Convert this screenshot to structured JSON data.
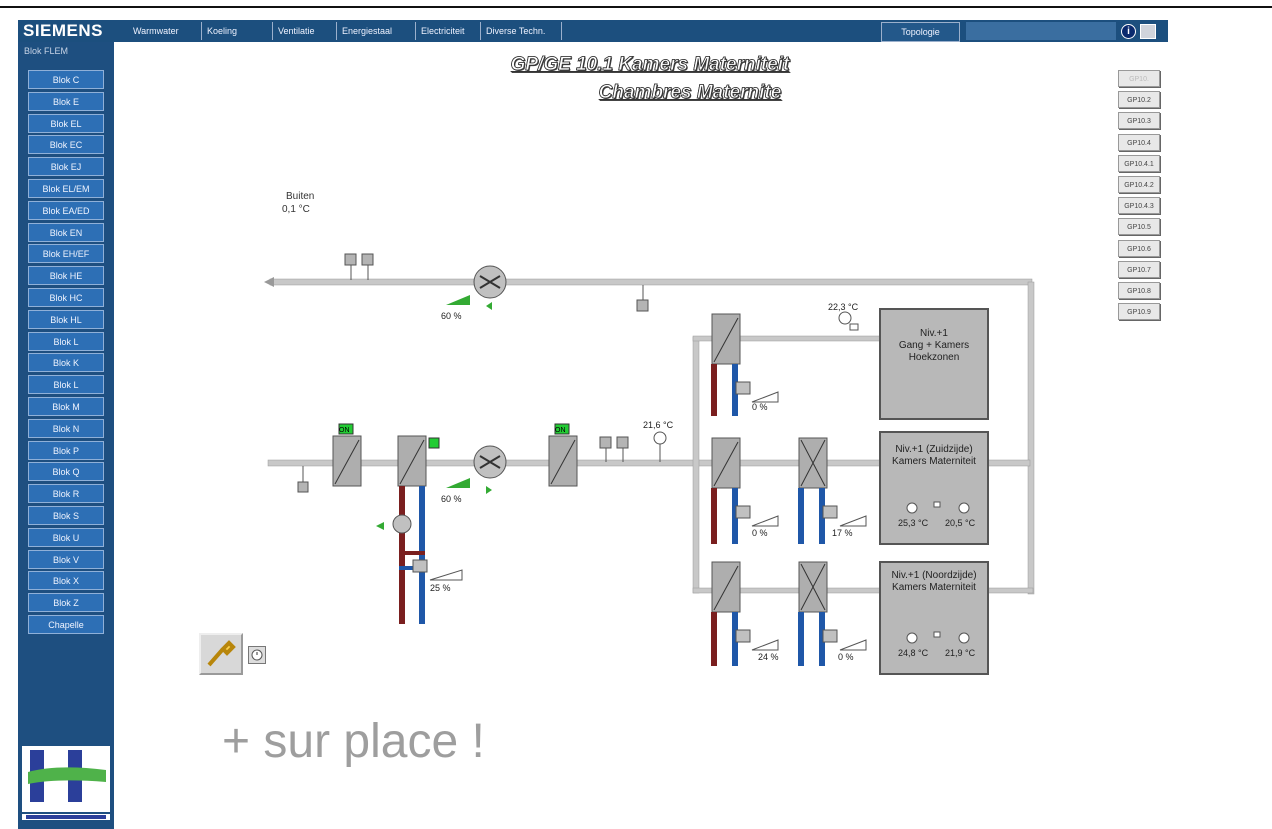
{
  "brand": "SIEMENS",
  "top_nav": [
    "Warmwater",
    "Koeling",
    "Ventilatie",
    "Energiestaal",
    "Electriciteit",
    "Diverse Techn."
  ],
  "topology_label": "Topologie",
  "info_icon": "i",
  "sidebar": {
    "title": "Blok FLEM",
    "items": [
      "Blok C",
      "Blok E",
      "Blok EL",
      "Blok EC",
      "Blok EJ",
      "Blok EL/EM",
      "Blok EA/ED",
      "Blok EN",
      "Blok EH/EF",
      "Blok HE",
      "Blok HC",
      "Blok HL",
      "Blok L",
      "Blok K",
      "Blok L",
      "Blok M",
      "Blok N",
      "Blok P",
      "Blok Q",
      "Blok R",
      "Blok S",
      "Blok U",
      "Blok V",
      "Blok X",
      "Blok Z",
      "Chapelle"
    ]
  },
  "title_line1": "GP/GE 10.1 Kamers Materniteit",
  "title_line2": "Chambres Maternite",
  "gp_buttons": [
    "GP10.",
    "GP10.2",
    "GP10.3",
    "GP10.4",
    "GP10.4.1",
    "GP10.4.2",
    "GP10.4.3",
    "GP10.5",
    "GP10.6",
    "GP10.7",
    "GP10.8",
    "GP10.9"
  ],
  "outside_temp": {
    "icon": "thermometer-icon",
    "label": "Buiten",
    "value": "0,1 °C"
  },
  "supply": {
    "heater_status": "ON",
    "cooler_status": "ON",
    "recovery_status": "ON",
    "fan_percent": "60 %",
    "valve_heating_percent": "25 %",
    "supply_temp": "21,6 °C"
  },
  "extract": {
    "fan_percent": "60 %"
  },
  "zones": [
    {
      "name_line1": "Niv.+1",
      "name_line2": "Gang + Kamers",
      "name_line3": "Hoekzonen",
      "valve": "0 %",
      "temp": "22,3 °C"
    },
    {
      "name_line1": "Niv.+1 (Zuidzijde)",
      "name_line2": "Kamers Materniteit",
      "valve_heat": "0 %",
      "valve_cool": "17 %",
      "temp1": "25,3 °C",
      "temp2": "20,5 °C"
    },
    {
      "name_line1": "Niv.+1 (Noordzijde)",
      "name_line2": "Kamers Materniteit",
      "valve_heat": "24 %",
      "valve_cool": "0 %",
      "temp1": "24,8 °C",
      "temp2": "21,9 °C"
    }
  ],
  "annotation": "+ sur place !",
  "colors": {
    "nav": "#1c4f7e",
    "sidebar_button": "#2d6fb5",
    "status_green": "#22cc33",
    "hot_pipe": "#7a1f1f",
    "cold_pipe": "#1f57a8",
    "duct": "#c8c8c8"
  }
}
